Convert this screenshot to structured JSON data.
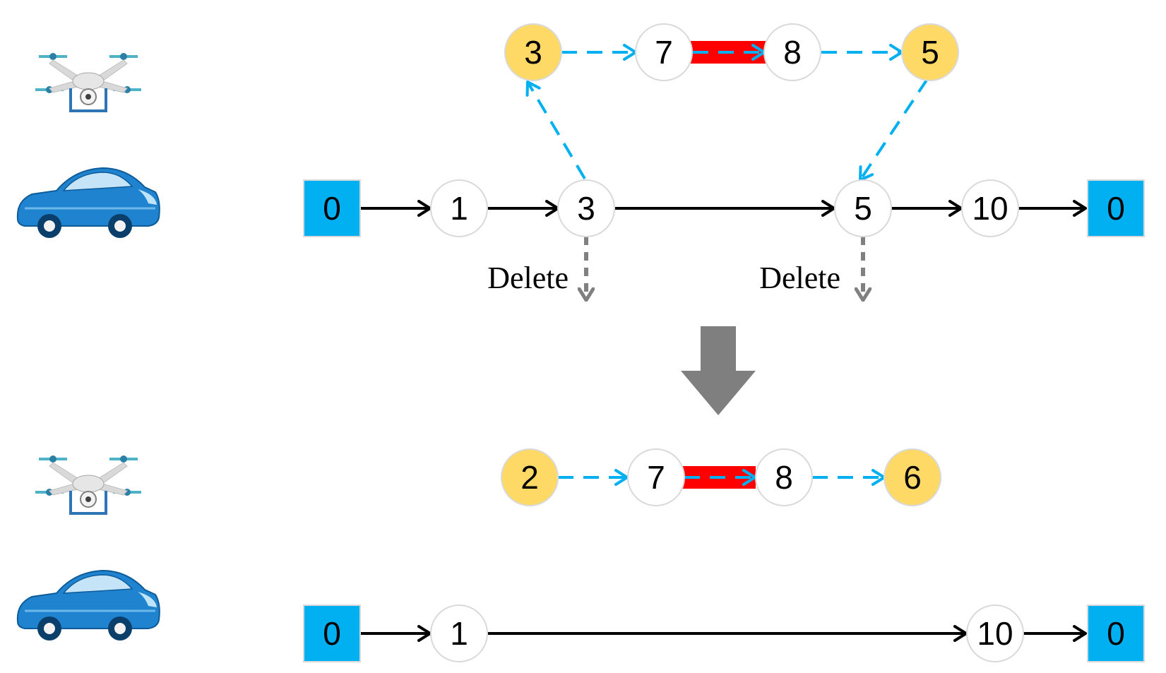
{
  "colors": {
    "depot": "#00B0F0",
    "launch_node": "#FFD966",
    "plain_node": "#FFFFFF",
    "truck_arrow": "#000000",
    "drone_arrow": "#00B0F0",
    "delete_arrow": "#808080",
    "highlight_bar": "#FF0000",
    "transition_arrow": "#7F7F7F"
  },
  "top": {
    "drone_route": {
      "nodes": [
        {
          "label": "3",
          "kind": "launch"
        },
        {
          "label": "7",
          "kind": "plain"
        },
        {
          "label": "8",
          "kind": "plain"
        },
        {
          "label": "5",
          "kind": "launch"
        }
      ]
    },
    "truck_route": {
      "nodes": [
        {
          "label": "0",
          "kind": "depot"
        },
        {
          "label": "1",
          "kind": "plain"
        },
        {
          "label": "3",
          "kind": "plain"
        },
        {
          "label": "5",
          "kind": "plain"
        },
        {
          "label": "10",
          "kind": "plain"
        },
        {
          "label": "0",
          "kind": "depot"
        }
      ]
    },
    "delete_labels": [
      "Delete",
      "Delete"
    ]
  },
  "bottom": {
    "drone_route": {
      "nodes": [
        {
          "label": "2",
          "kind": "launch"
        },
        {
          "label": "7",
          "kind": "plain"
        },
        {
          "label": "8",
          "kind": "plain"
        },
        {
          "label": "6",
          "kind": "launch"
        }
      ]
    },
    "truck_route": {
      "nodes": [
        {
          "label": "0",
          "kind": "depot"
        },
        {
          "label": "1",
          "kind": "plain"
        },
        {
          "label": "10",
          "kind": "plain"
        },
        {
          "label": "0",
          "kind": "depot"
        }
      ]
    }
  }
}
